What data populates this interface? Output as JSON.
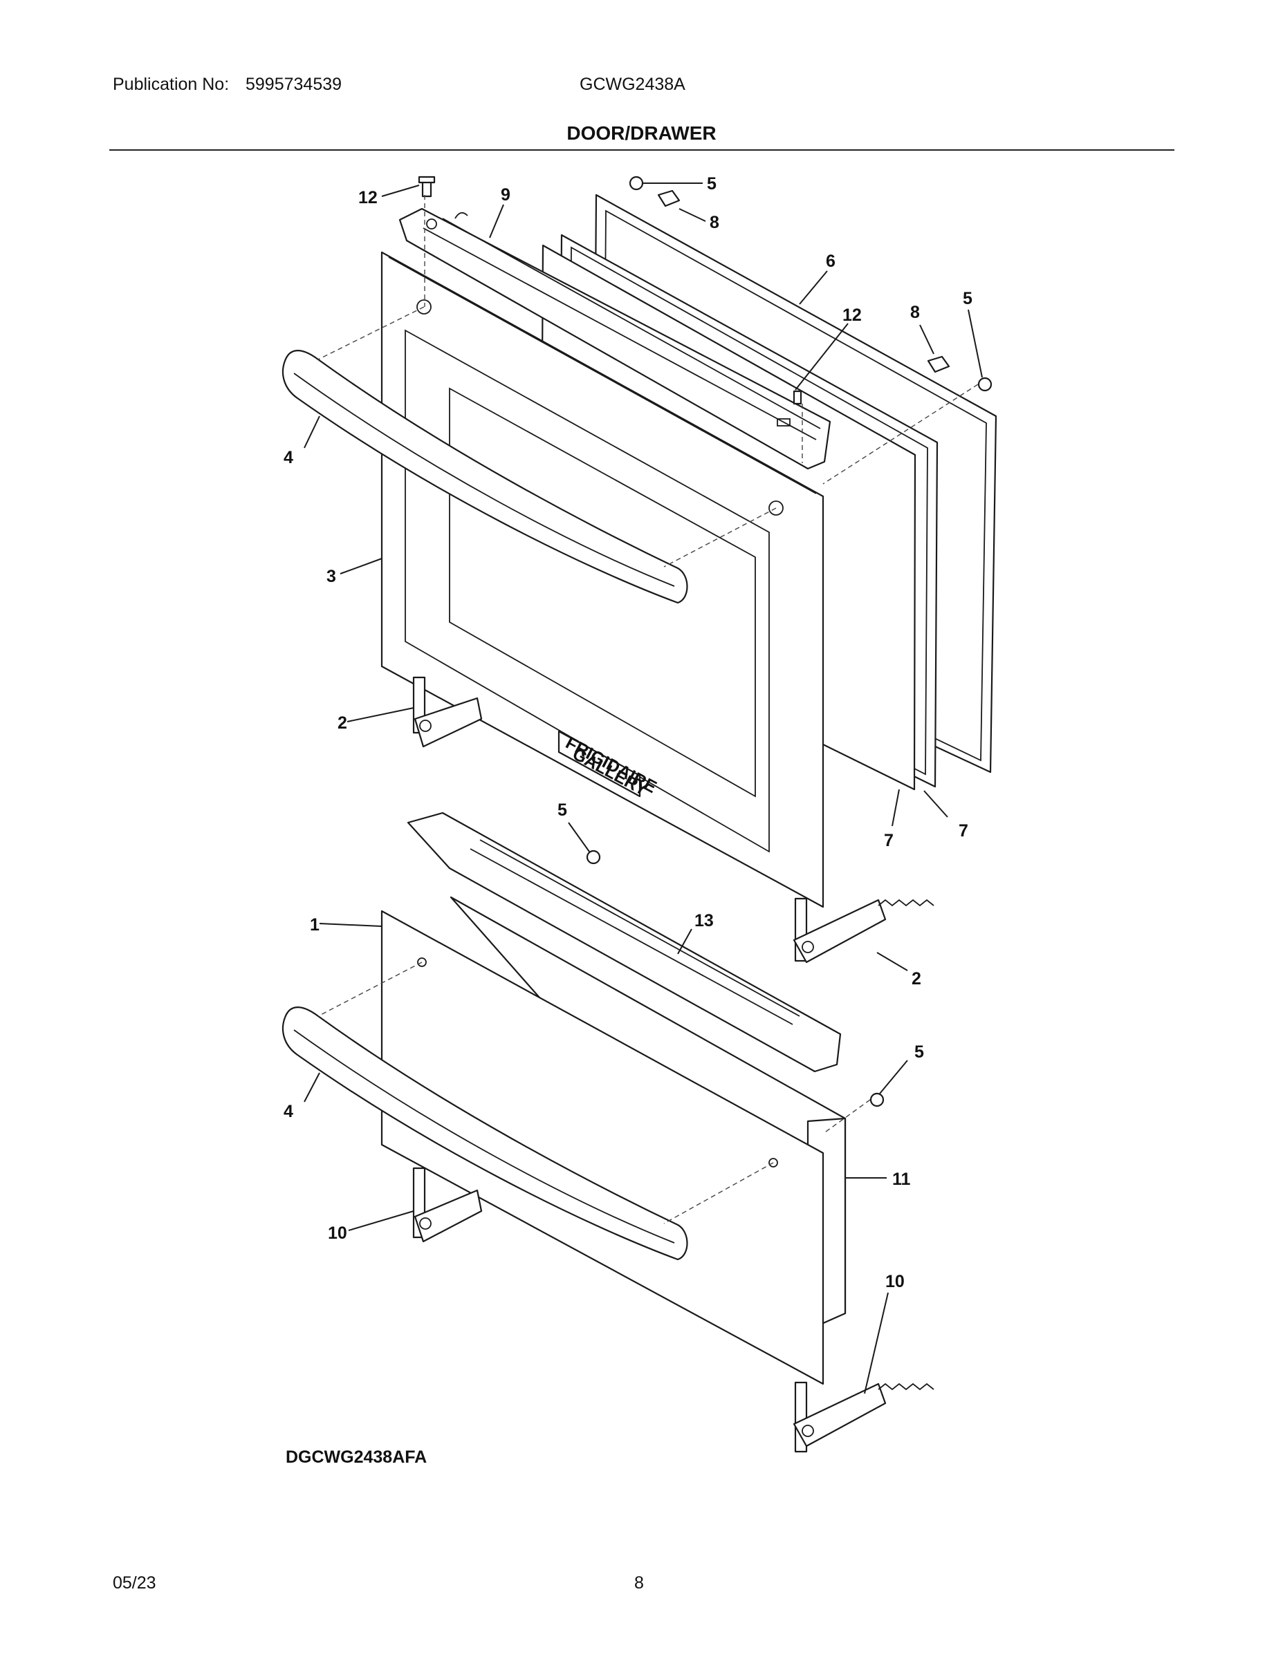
{
  "header": {
    "publication_label": "Publication No:",
    "publication_number": "5995734539",
    "model": "GCWG2438A"
  },
  "section_title": "DOOR/DRAWER",
  "diagram": {
    "code": "DGCWG2438AFA",
    "brand_badge_line1": "FRIGIDAIRE",
    "brand_badge_line2": "GALLERY",
    "callouts": [
      {
        "id": "c12a",
        "text": "12"
      },
      {
        "id": "c9",
        "text": "9"
      },
      {
        "id": "c5a",
        "text": "5"
      },
      {
        "id": "c8a",
        "text": "8"
      },
      {
        "id": "c6",
        "text": "6"
      },
      {
        "id": "c12b",
        "text": "12"
      },
      {
        "id": "c8b",
        "text": "8"
      },
      {
        "id": "c5b",
        "text": "5"
      },
      {
        "id": "c4a",
        "text": "4"
      },
      {
        "id": "c3",
        "text": "3"
      },
      {
        "id": "c2a",
        "text": "2"
      },
      {
        "id": "c5c",
        "text": "5"
      },
      {
        "id": "c7a",
        "text": "7"
      },
      {
        "id": "c7b",
        "text": "7"
      },
      {
        "id": "c1",
        "text": "1"
      },
      {
        "id": "c13",
        "text": "13"
      },
      {
        "id": "c2b",
        "text": "2"
      },
      {
        "id": "c5d",
        "text": "5"
      },
      {
        "id": "c4b",
        "text": "4"
      },
      {
        "id": "c11",
        "text": "11"
      },
      {
        "id": "c10a",
        "text": "10"
      },
      {
        "id": "c10b",
        "text": "10"
      }
    ]
  },
  "footer": {
    "date": "05/23",
    "page": "8"
  }
}
